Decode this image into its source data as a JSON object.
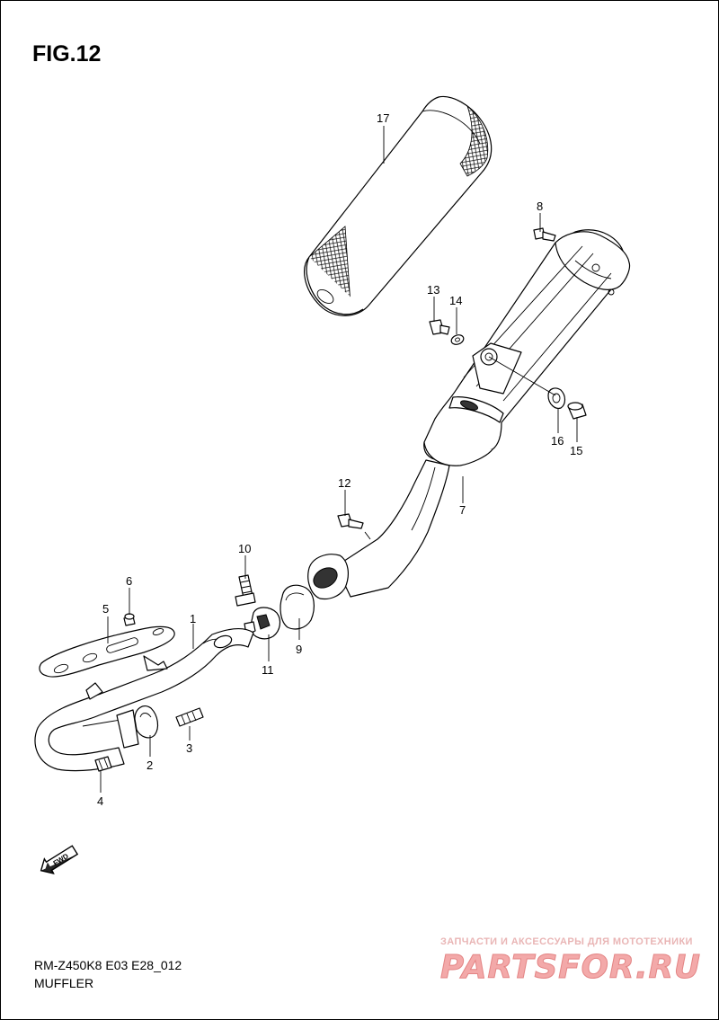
{
  "figure": {
    "title": "FIG.12"
  },
  "footer": {
    "model_code": "RM-Z450K8 E03 E28_012",
    "section_name": "MUFFLER"
  },
  "direction_arrow": {
    "label": "FWD",
    "icon": "arrow-left-icon"
  },
  "callouts": [
    {
      "id": "1",
      "label": "1"
    },
    {
      "id": "2",
      "label": "2"
    },
    {
      "id": "3",
      "label": "3"
    },
    {
      "id": "4",
      "label": "4"
    },
    {
      "id": "5",
      "label": "5"
    },
    {
      "id": "6",
      "label": "6"
    },
    {
      "id": "7",
      "label": "7"
    },
    {
      "id": "8",
      "label": "8"
    },
    {
      "id": "9",
      "label": "9"
    },
    {
      "id": "10",
      "label": "10"
    },
    {
      "id": "11",
      "label": "11"
    },
    {
      "id": "12",
      "label": "12"
    },
    {
      "id": "13",
      "label": "13"
    },
    {
      "id": "14",
      "label": "14"
    },
    {
      "id": "15",
      "label": "15"
    },
    {
      "id": "16",
      "label": "16"
    },
    {
      "id": "17",
      "label": "17"
    }
  ],
  "watermark": {
    "tagline": "ЗАПЧАСТИ И АКСЕССУАРЫ ДЛЯ МОТОТЕХНИКИ",
    "logo_text": "PARTSFOR.RU",
    "color": "#e03a3a"
  }
}
